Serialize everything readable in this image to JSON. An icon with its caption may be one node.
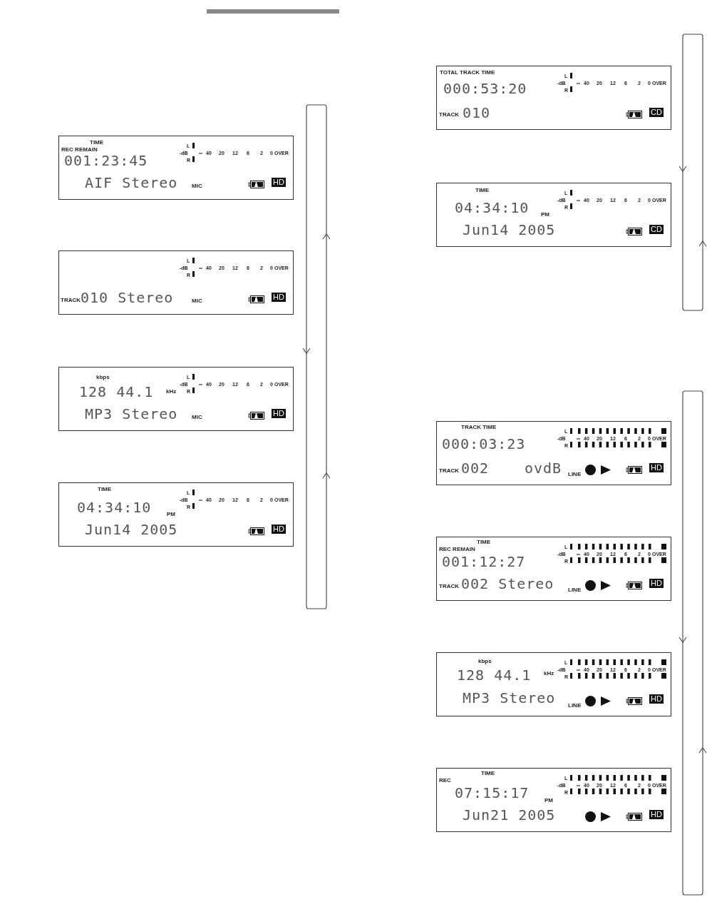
{
  "diagram": {
    "nodes": [
      {
        "text": [
          "REC REMAIN",
          "TIME",
          "001:23:45",
          "AIF Stereo",
          "MIC",
          "L",
          "-dB",
          "R",
          "∞",
          "40",
          "20",
          "12",
          "6",
          "2",
          "0",
          "OVER",
          "HD"
        ]
      },
      {
        "text": [
          "TRACK",
          "010 Stereo",
          "MIC",
          "L",
          "-dB",
          "R",
          "∞",
          "40",
          "20",
          "12",
          "6",
          "2",
          "0",
          "OVER",
          "HD"
        ]
      },
      {
        "text": [
          "kbps",
          "128 44.1",
          "kHz",
          "MP3 Stereo",
          "MIC",
          "L",
          "-dB",
          "R",
          "∞",
          "40",
          "20",
          "12",
          "6",
          "2",
          "0",
          "OVER",
          "HD"
        ]
      },
      {
        "text": [
          "TIME",
          "04:34:10",
          "PM",
          "Jun14 2005",
          "L",
          "-dB",
          "R",
          "∞",
          "40",
          "20",
          "12",
          "6",
          "2",
          "0",
          "OVER",
          "HD"
        ]
      },
      {
        "text": [
          "TOTAL TRACK TIME",
          "000:53:20",
          "TRACK",
          "010",
          "L",
          "-dB",
          "R",
          "∞",
          "40",
          "20",
          "12",
          "6",
          "2",
          "0",
          "OVER",
          "CD"
        ]
      },
      {
        "text": [
          "TIME",
          "04:34:10",
          "PM",
          "Jun14 2005",
          "L",
          "-dB",
          "R",
          "∞",
          "40",
          "20",
          "12",
          "6",
          "2",
          "0",
          "OVER",
          "CD"
        ]
      },
      {
        "text": [
          "TRACK TIME",
          "000:03:23",
          "TRACK",
          "002",
          "ovdB",
          "LINE",
          "L",
          "-dB",
          "R",
          "∞",
          "40",
          "20",
          "12",
          "6",
          "2",
          "0",
          "OVER",
          "HD"
        ]
      },
      {
        "text": [
          "REC REMAIN",
          "TIME",
          "001:12:27",
          "TRACK",
          "002 Stereo",
          "LINE",
          "L",
          "-dB",
          "R",
          "∞",
          "40",
          "20",
          "12",
          "6",
          "2",
          "0",
          "OVER",
          "HD"
        ]
      },
      {
        "text": [
          "kbps",
          "128 44.1",
          "kHz",
          "MP3 Stereo",
          "LINE",
          "L",
          "-dB",
          "R",
          "∞",
          "40",
          "20",
          "12",
          "6",
          "2",
          "0",
          "OVER",
          "HD"
        ]
      },
      {
        "text": [
          "REC",
          "TIME",
          "07:15:17",
          "PM",
          "Jun21 2005",
          "L",
          "-dB",
          "R",
          "∞",
          "40",
          "20",
          "12",
          "6",
          "2",
          "0",
          "OVER",
          "HD"
        ]
      }
    ]
  }
}
